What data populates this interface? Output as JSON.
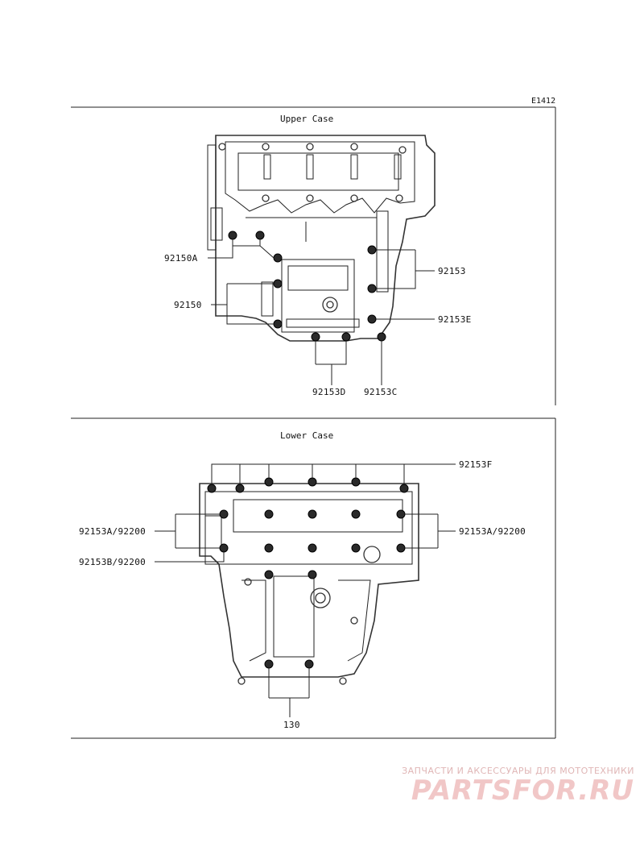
{
  "figure_code": "E1412",
  "upper_case": {
    "title": "Upper Case",
    "callouts": {
      "c1": "92150A",
      "c2": "92150",
      "c3": "92153",
      "c4": "92153E",
      "c5": "92153D",
      "c6": "92153C"
    }
  },
  "lower_case": {
    "title": "Lower Case",
    "callouts": {
      "c1": "92153F",
      "c2": "92153A/92200",
      "c3": "92153A/92200",
      "c4": "92153B/92200",
      "c5": "130"
    }
  },
  "watermark": {
    "tagline": "ЗАПЧАСТИ И АКСЕССУАРЫ ДЛЯ МОТОТЕХНИКИ",
    "logo_text": "PARTSFOR.RU"
  }
}
